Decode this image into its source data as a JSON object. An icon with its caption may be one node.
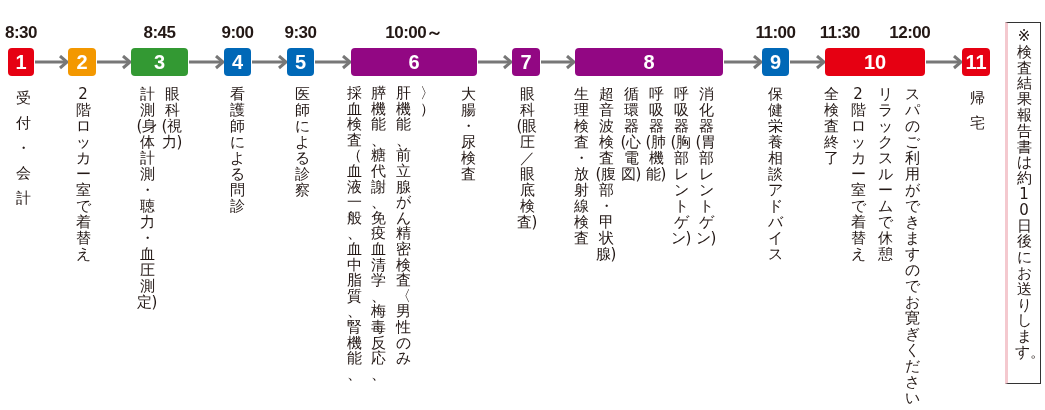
{
  "diagram": {
    "nodes": [
      {
        "text": [
          "8:30",
          "1"
        ],
        "beside": [
          "受付・会計"
        ]
      },
      {
        "text": [
          "2"
        ],
        "beside": [
          "2階ロッカー室で着替え"
        ]
      },
      {
        "text": [
          "8:45",
          "3"
        ],
        "beside": [
          "計測(身体計測・聴力・血圧測定)",
          "眼科(視力)"
        ]
      },
      {
        "text": [
          "9:00",
          "4"
        ],
        "beside": [
          "看護師による問診"
        ]
      },
      {
        "text": [
          "9:30",
          "5"
        ],
        "beside": [
          "医師による診察"
        ]
      },
      {
        "text": [
          "10:00～",
          "6"
        ],
        "beside": [
          "採血検査（血液一般、血中脂質、腎機能、膵機能、糖代謝、免疫血清学、梅毒反応、肝機能、前立腺がん精密検査〈男性のみ〉）",
          "大腸・尿検査"
        ]
      },
      {
        "text": [
          "7"
        ],
        "beside": [
          "眼科(眼圧／眼底検査)"
        ]
      },
      {
        "text": [
          "8"
        ],
        "beside": [
          "生理検査・放射線検査",
          "超音波検査(腹部・甲状腺)",
          "循環器(心電図)",
          "呼吸器(肺機能)",
          "呼吸器(胸部レントゲン)",
          "消化器(胃部レントゲン)"
        ]
      },
      {
        "text": [
          "11:00",
          "9"
        ],
        "beside": [
          "保健栄養相談アドバイス"
        ]
      },
      {
        "text": [
          "11:30",
          "12:00",
          "10"
        ],
        "beside": [
          "全検査終了",
          "2階ロッカー室で着替え",
          "リラックスルームで休憩",
          "スパのご利用ができますのでお寛ぎください"
        ]
      },
      {
        "text": [
          "11"
        ],
        "beside": [
          "帰宅"
        ]
      },
      {
        "text": [
          "※検査結果報告書は約10日後にお送りします。"
        ]
      }
    ],
    "edges": [
      {
        "from": 0,
        "to": 1,
        "arrow": "to"
      },
      {
        "from": 1,
        "to": 2,
        "arrow": "to"
      },
      {
        "from": 2,
        "to": 3,
        "arrow": "to"
      },
      {
        "from": 3,
        "to": 4,
        "arrow": "to"
      },
      {
        "from": 4,
        "to": 5,
        "arrow": "to"
      },
      {
        "from": 5,
        "to": 6,
        "arrow": "to"
      },
      {
        "from": 6,
        "to": 7,
        "arrow": "to"
      },
      {
        "from": 7,
        "to": 8,
        "arrow": "to"
      },
      {
        "from": 8,
        "to": 9,
        "arrow": "to"
      },
      {
        "from": 9,
        "to": 10,
        "arrow": "to"
      }
    ]
  }
}
